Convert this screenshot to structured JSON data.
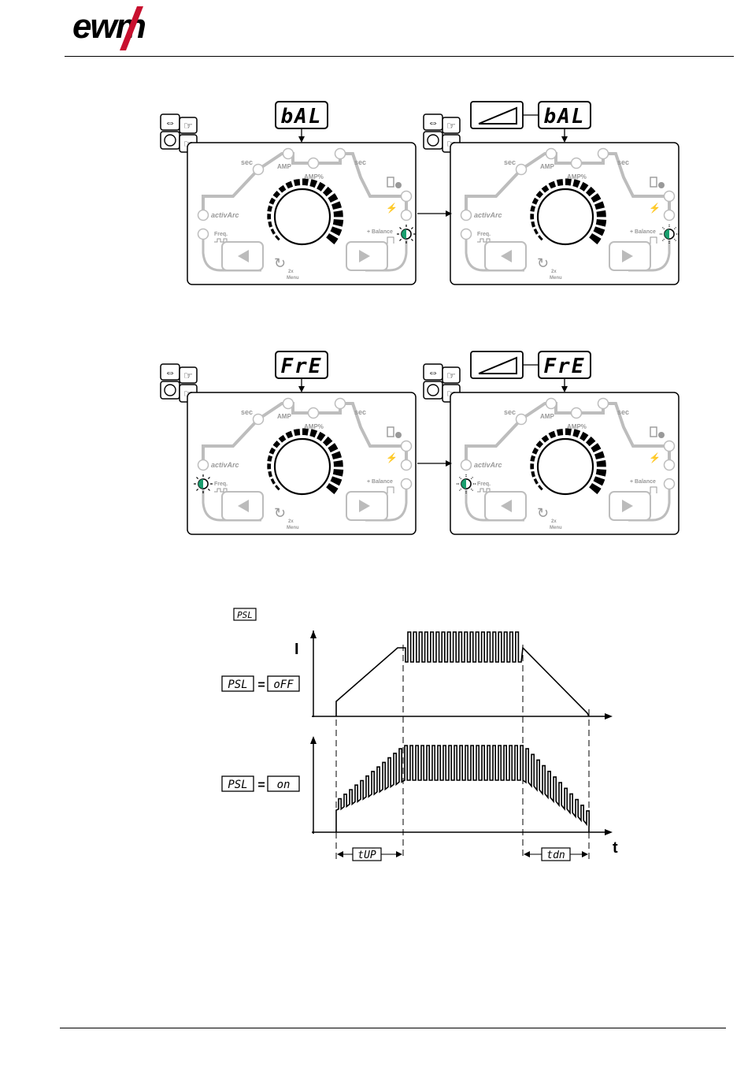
{
  "header": {
    "logo_text": "ewm",
    "brand_color": "#c8102e"
  },
  "figures": {
    "balance": {
      "display_code": "bAL"
    },
    "frequency": {
      "display_code": "FrE"
    }
  },
  "panel_labels": {
    "sec_left": "sec",
    "amp": "AMP",
    "amp_percent": "AMP%",
    "sec_right": "sec",
    "activarc": "activArc",
    "freq": "Freq.",
    "balance_plus": "+ Balance",
    "balance_minus": "-",
    "menu_2x": "2x",
    "menu": "Menu"
  },
  "pulse_diagram": {
    "legend_code": "PSL",
    "axis_i": "I",
    "axis_t": "t",
    "row_off": {
      "param": "PSL",
      "equals": "=",
      "value": "oFF"
    },
    "row_on": {
      "param": "PSL",
      "equals": "=",
      "value": "on"
    },
    "upslope_label": "tUP",
    "downslope_label": "tdn"
  },
  "colors": {
    "led_green": "#1a9e6e",
    "panel_grey": "#bdbdbd"
  }
}
